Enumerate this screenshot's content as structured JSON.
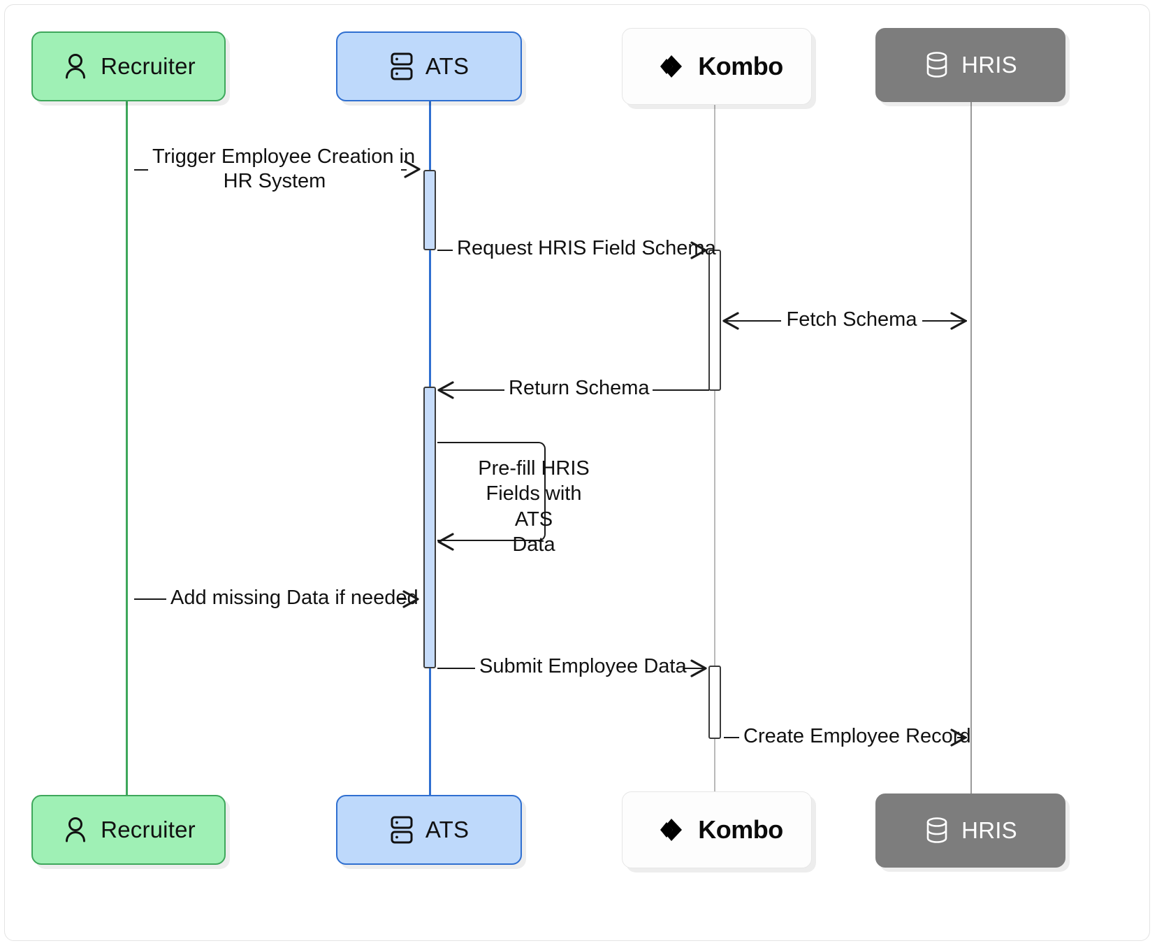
{
  "diagram": {
    "type": "sequence-diagram",
    "title": "Employee Creation via Kombo HRIS integration",
    "background": "#ffffff"
  },
  "participants": [
    {
      "id": "recruiter",
      "label": "Recruiter",
      "icon": "person-icon",
      "fill": "#9ff0b5",
      "stroke": "#3ea75b",
      "text_color": "#111111",
      "lifeline_color": "#3ea75b"
    },
    {
      "id": "ats",
      "label": "ATS",
      "icon": "server-icon",
      "fill": "#bed9fb",
      "stroke": "#2f6fd0",
      "text_color": "#111111",
      "lifeline_color": "#2f6fd0"
    },
    {
      "id": "kombo",
      "label": "Kombo",
      "icon": "kombo-logo-icon",
      "fill": "#fdfdfd",
      "stroke": "#e6e6e6",
      "text_color": "#0a0a0a",
      "lifeline_color": "#b9b9b9"
    },
    {
      "id": "hris",
      "label": "HRIS",
      "icon": "database-icon",
      "fill": "#7d7d7d",
      "stroke": "#7d7d7d",
      "text_color": "#ffffff",
      "lifeline_color": "#9a9a9a"
    }
  ],
  "messages": [
    {
      "index": 1,
      "from": "recruiter",
      "to": "ats",
      "label": "Trigger Employee Creation in\nHR System",
      "direction": "right",
      "style": "solid"
    },
    {
      "index": 2,
      "from": "ats",
      "to": "kombo",
      "label": "Request HRIS Field Schema",
      "direction": "right",
      "style": "solid"
    },
    {
      "index": 3,
      "from": "kombo",
      "to": "hris",
      "label": "Fetch Schema",
      "direction": "both",
      "style": "solid"
    },
    {
      "index": 4,
      "from": "kombo",
      "to": "ats",
      "label": "Return Schema",
      "direction": "left",
      "style": "solid"
    },
    {
      "index": 5,
      "from": "ats",
      "to": "ats",
      "label": "Pre-fill HRIS\nFields with ATS\nData",
      "direction": "self",
      "style": "solid"
    },
    {
      "index": 6,
      "from": "recruiter",
      "to": "ats",
      "label": "Add missing Data if needed",
      "direction": "right",
      "style": "solid"
    },
    {
      "index": 7,
      "from": "ats",
      "to": "kombo",
      "label": "Submit Employee Data",
      "direction": "right",
      "style": "solid"
    },
    {
      "index": 8,
      "from": "kombo",
      "to": "hris",
      "label": "Create Employee Record",
      "direction": "right",
      "style": "solid"
    }
  ],
  "activations": [
    {
      "participant": "ats",
      "from_message": 1,
      "to_message": 2
    },
    {
      "participant": "kombo",
      "from_message": 2,
      "to_message": 4
    },
    {
      "participant": "ats",
      "from_message": 4,
      "to_message": 7
    },
    {
      "participant": "kombo",
      "from_message": 7,
      "to_message": 8
    }
  ],
  "labels": {
    "msg1_line1": "Trigger Employee Creation in",
    "msg1_line2": "HR System",
    "msg2": "Request HRIS Field Schema",
    "msg3": "Fetch Schema",
    "msg4": "Return Schema",
    "msg5_line1": "Pre-fill HRIS",
    "msg5_line2": "Fields with ATS",
    "msg5_line3": "Data",
    "msg6": "Add missing Data if needed",
    "msg7": "Submit Employee Data",
    "msg8": "Create Employee Record"
  }
}
